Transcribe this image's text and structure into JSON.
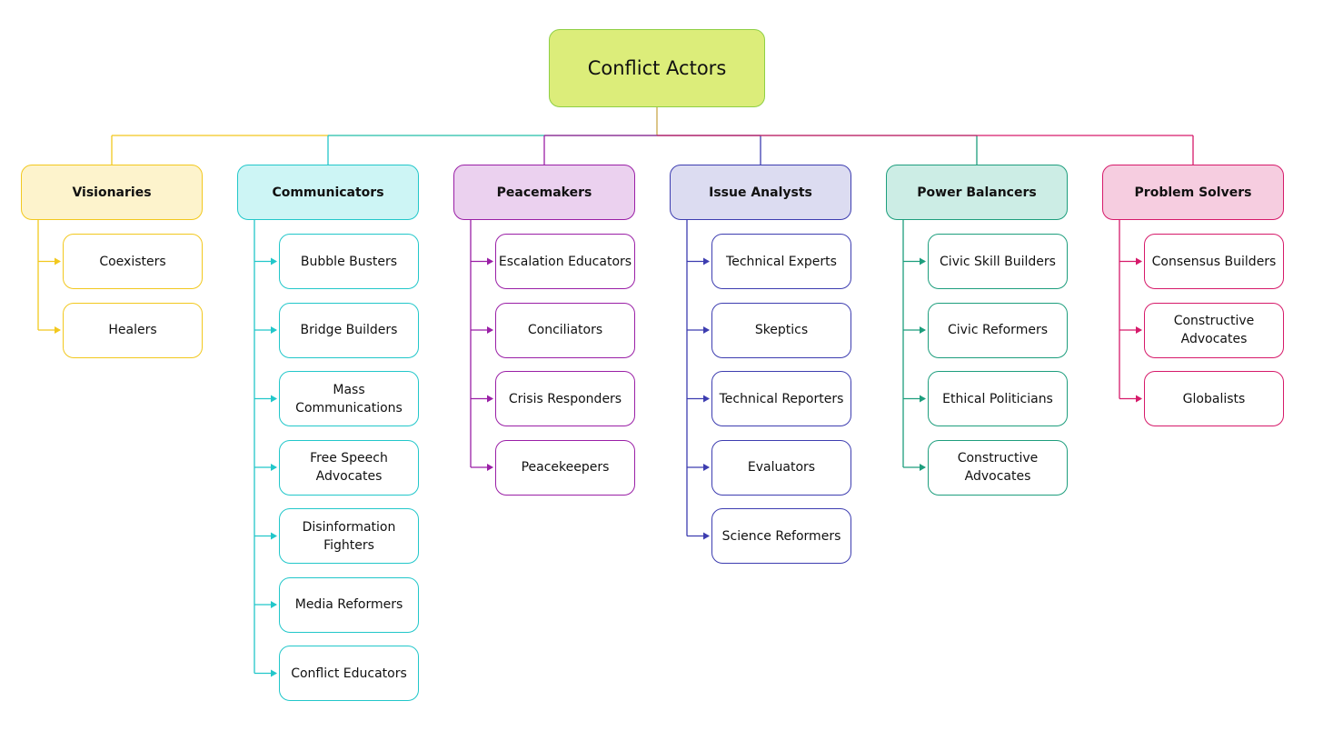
{
  "root": {
    "label": "Conflict Actors",
    "fill": "#dced7a",
    "stroke": "#8fcf45"
  },
  "categories": [
    {
      "label": "Visionaries",
      "fill": "#fdf3cc",
      "stroke": "#f2c81e",
      "children": [
        "Coexisters",
        "Healers"
      ]
    },
    {
      "label": "Communicators",
      "fill": "#cdf5f5",
      "stroke": "#22c7ca",
      "children": [
        "Bubble Busters",
        "Bridge Builders",
        "Mass Communications",
        "Free Speech Advocates",
        "Disinformation Fighters",
        "Media Reformers",
        "Conflict Educators"
      ]
    },
    {
      "label": "Peacemakers",
      "fill": "#ebd1ef",
      "stroke": "#9a1fa6",
      "children": [
        "Escalation Educators",
        "Conciliators",
        "Crisis Responders",
        "Peacekeepers"
      ]
    },
    {
      "label": "Issue Analysts",
      "fill": "#dcdcf1",
      "stroke": "#3d3db0",
      "children": [
        "Technical Experts",
        "Skeptics",
        "Technical Reporters",
        "Evaluators",
        "Science Reformers"
      ]
    },
    {
      "label": "Power Balancers",
      "fill": "#ccede5",
      "stroke": "#1d9e7d",
      "children": [
        "Civic Skill Builders",
        "Civic Reformers",
        "Ethical Politicians",
        "Constructive Advocates"
      ]
    },
    {
      "label": "Problem Solvers",
      "fill": "#f6cde0",
      "stroke": "#d61a6a",
      "children": [
        "Consensus Builders",
        "Constructive Advocates",
        "Globalists"
      ]
    }
  ]
}
